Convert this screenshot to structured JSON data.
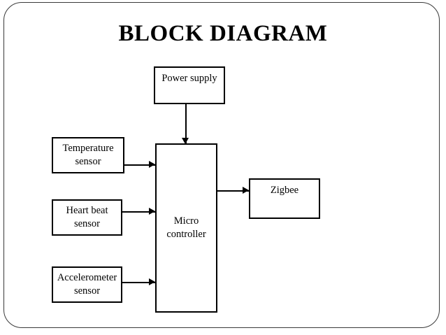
{
  "slide": {
    "title": "BLOCK DIAGRAM",
    "background_color": "#ffffff",
    "frame_color": "#3a3a3a",
    "line_color": "#000000"
  },
  "diagram": {
    "type": "block-diagram",
    "blocks": [
      {
        "id": "power-supply",
        "label": "Power supply"
      },
      {
        "id": "temperature-sensor",
        "label": "Temperature\nsensor"
      },
      {
        "id": "heart-beat-sensor",
        "label": "Heart beat\nsensor"
      },
      {
        "id": "accelerometer-sensor",
        "label": "Accelerometer\nsensor"
      },
      {
        "id": "micro-controller",
        "label": "Micro\ncontroller"
      },
      {
        "id": "zigbee",
        "label": "Zigbee"
      }
    ],
    "connections": [
      {
        "from": "power-supply",
        "to": "micro-controller",
        "direction": "down"
      },
      {
        "from": "temperature-sensor",
        "to": "micro-controller",
        "direction": "right"
      },
      {
        "from": "heart-beat-sensor",
        "to": "micro-controller",
        "direction": "right"
      },
      {
        "from": "accelerometer-sensor",
        "to": "micro-controller",
        "direction": "right"
      },
      {
        "from": "micro-controller",
        "to": "zigbee",
        "direction": "right"
      }
    ]
  }
}
